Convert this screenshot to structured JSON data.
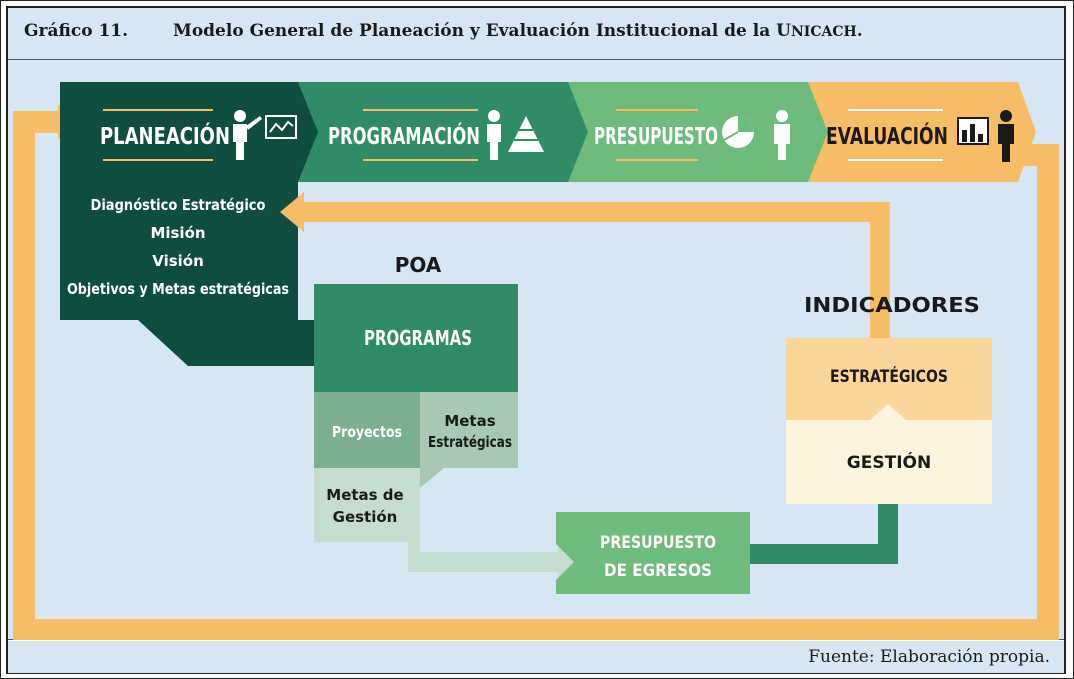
{
  "header": {
    "figure_number": "Gráfico 11.",
    "title_main": "Modelo General de Planeación y Evaluación Institucional de la ",
    "title_initial": "U",
    "title_smallcaps": "NICACH",
    "title_end": "."
  },
  "diagram": {
    "stages": {
      "planeacion": "PLANEACIÓN",
      "programacion": "PROGRAMACIÓN",
      "presupuesto": "PRESUPUESTO",
      "evaluacion": "EVALUACIÓN"
    },
    "planeacion_items": [
      "Diagnóstico Estratégico",
      "Misión",
      "Visión",
      "Objetivos y Metas estratégicas"
    ],
    "poa": {
      "title": "POA",
      "programas": "PROGRAMAS",
      "proyectos": "Proyectos",
      "metas_estrategicas_line1": "Metas",
      "metas_estrategicas_line2": "Estratégicas",
      "metas_gestion_line1": "Metas de",
      "metas_gestion_line2": "Gestión"
    },
    "presupuesto_egresos": {
      "line1": "PRESUPUESTO",
      "line2": "DE EGRESOS"
    },
    "indicadores": {
      "title": "INDICADORES",
      "estrategicos": "ESTRATÉGICOS",
      "gestion": "GESTIÓN"
    },
    "colors": {
      "background": "#d6e6f3",
      "dark_green": "#0e4d3f",
      "mid_green": "#2f8c66",
      "light_green": "#6fbb7c",
      "orange": "#f7bd66",
      "pale_orange": "#fcd699",
      "cream": "#fdf4dd",
      "proyectos_green": "#7aaf8f",
      "metas_green": "#a8c8b3",
      "metas_gestion": "#c6dccf"
    },
    "icons": [
      "person-presenting-icon",
      "line-chart-icon",
      "person-icon",
      "pyramid-icon",
      "pie-chart-icon",
      "person-icon",
      "bar-chart-icon",
      "person-icon"
    ]
  },
  "footer": {
    "source": "Fuente: Elaboración propia."
  }
}
